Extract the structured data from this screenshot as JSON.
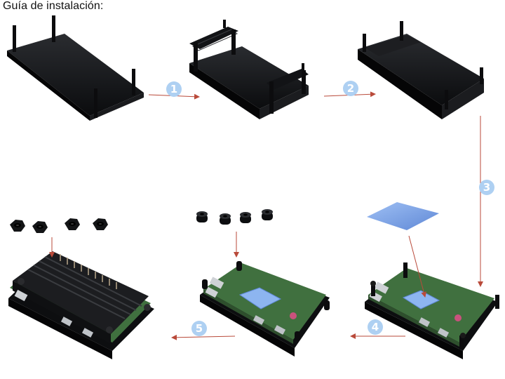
{
  "title": "Guía de instalación:",
  "steps": [
    "1",
    "2",
    "3",
    "4",
    "5"
  ],
  "colors": {
    "arrow": "#b94a3a",
    "badge": "#aed0f2",
    "acrylic": "#101114",
    "pcb": "#3f6f40",
    "thermal_pad": "#7ea9e8",
    "heatsink": "#1c1d20"
  },
  "icons": [
    "acrylic-base-plate",
    "acrylic-frame",
    "raspberry-pi-zero-board",
    "thermal-pad",
    "standoff-spacer",
    "hex-nut",
    "aluminum-heatsink"
  ]
}
